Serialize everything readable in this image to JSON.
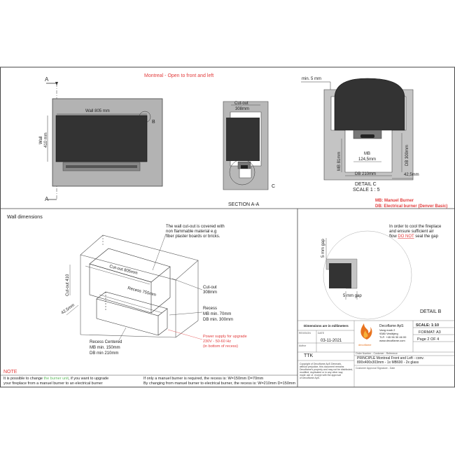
{
  "front_view": {
    "title": "Montreal - Open to front and left",
    "section_marker": "A",
    "wall_label": "Wall 805 mm",
    "height_label_1": "Wall",
    "height_label_2": "410 mm",
    "detail_marker": "B"
  },
  "section_aa": {
    "cutout_label_1": "Cut-out",
    "cutout_label_2": "308mm",
    "detail_marker": "C",
    "caption": "SECTION A-A"
  },
  "detail_c": {
    "min_label": "min. 5 mm",
    "mb_label_1": "MB",
    "mb_label_2": "124,5mm",
    "db_width": "DB 210mm",
    "db_height": "DB 300mm",
    "mb_height": "MB 81mm",
    "side_gap": "42,5mm",
    "caption_1": "DETAIL C",
    "caption_2": "SCALE 1 : 5",
    "legend_mb": "MB: Manuel Burner",
    "legend_db": "DB: Electrical burner (Denver Basic)"
  },
  "wall_dimensions": {
    "title": "Wall dimensions",
    "note_1": "The wall cut-out is covered with",
    "note_2": "non flammable material e.g",
    "note_3": "fiber plaster boards or bricks.",
    "cutout_width": "Cut-out 805mm",
    "cutout_height": "Cut-out 410",
    "recess_width": "Recess 755mm",
    "cutout_depth_1": "Cut-out",
    "cutout_depth_2": "308mm",
    "recess_1": "Recess",
    "recess_2": "MB min. 70mm",
    "recess_3": "DB min. 300mm",
    "depth_left": "42,5mm",
    "centered_1": "Recess Centered",
    "centered_2": "MB min. 150mm",
    "centered_3": "DB min 210mm",
    "power_1": "Power supply for upgrade",
    "power_2": "230V - 50-60 Hz",
    "power_3": "(in bottom of recess)"
  },
  "detail_b": {
    "note_1": "In order to cool the fireplace",
    "note_2": "and ensure sufficient air",
    "note_3a": "flow ",
    "note_3b": "DO NOT",
    "note_3c": " seal the gap",
    "gap_vertical": "5 mm gap",
    "gap_horizontal": "5 mm gap",
    "caption": "DETAIL B"
  },
  "title_block": {
    "dims_note": "Dimensions are in millimeters",
    "company": "Decoflame ApS",
    "address_1": "Vang mark 2",
    "address_2": "9380 Vestbjerg",
    "phone": "TLF: +45 96 30 46 00",
    "web": "www.decoflame.com",
    "logo_text": "decoflame",
    "scale": "SCALE: 1:10",
    "format": "FORMAT: A3",
    "page": "Page 2 OF 4",
    "revision_label": "REVISION",
    "date_label": "DATE",
    "date": "03-11-2021",
    "author_label": "Author",
    "author": "TTK",
    "order_header": "Order Number - Customer - Reference",
    "desc_1": "PRINCIPLE Montreal Front and Left - conv.",
    "desc_2": "800x400x303mm - 1x MB600 - 2x glass",
    "approval": "Customer Approval Signature - Date",
    "copyright_1": "Copyright of Decoflame ApS Denmark,",
    "copyright_2": "without prejudice, this document remains",
    "copyright_3": "Decoflame's property and may not be distributed,",
    "copyright_4": "modified, duplicated or in any other way",
    "copyright_5": "made use of, except with the approval",
    "copyright_6": "of Decoflame ApS."
  },
  "note_section": {
    "heading": "NOTE",
    "left_1a": "It is possible to change ",
    "left_1b": "the burner unit",
    "left_1c": ", if you want to upgrade",
    "left_2": "your fireplace from a manuel burner to an electrical burner",
    "right_1": "If only a manuel burner is required, the recess is: W=150mm D=70mm",
    "right_2": "By changing from manuel burner to electrical burner, the recess is: W=210mm D=150mm"
  },
  "colors": {
    "dark": "#333333",
    "gray_fill": "#b3b3b3",
    "red": "#e23b3b"
  }
}
